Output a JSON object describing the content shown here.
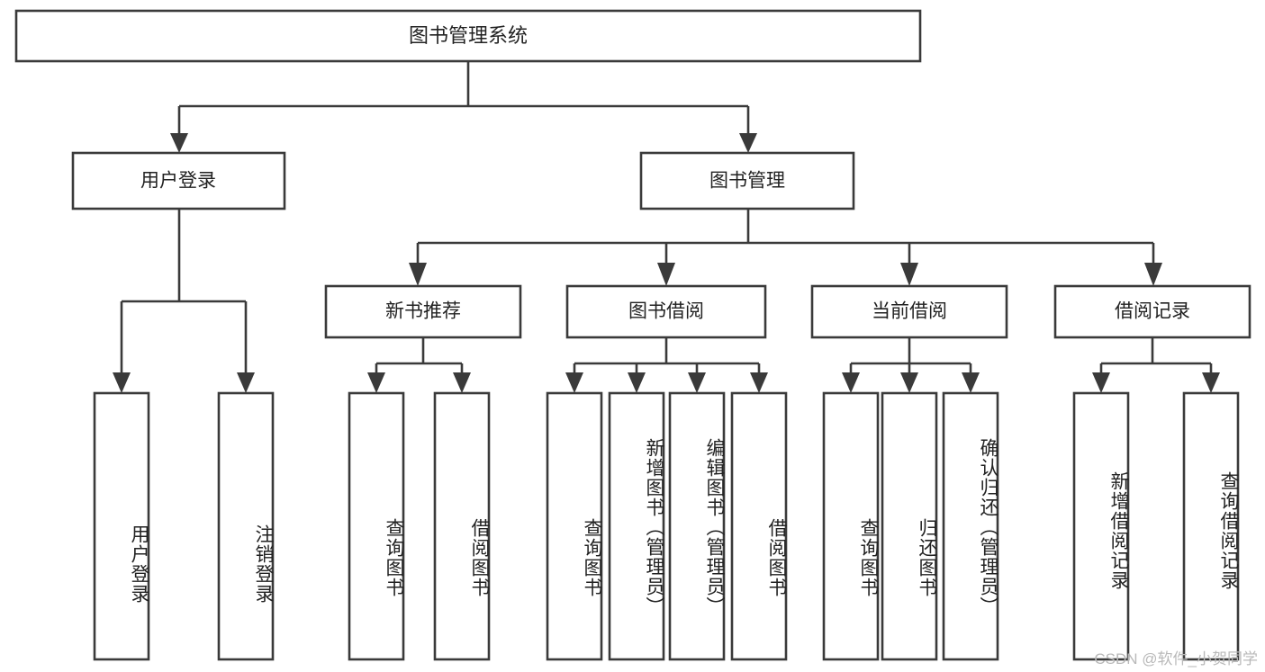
{
  "diagram": {
    "type": "tree-hierarchy",
    "title": "图书管理系统",
    "root": {
      "label": "图书管理系统"
    },
    "level2": [
      {
        "label": "用户登录"
      },
      {
        "label": "图书管理"
      }
    ],
    "level3": [
      {
        "label": "新书推荐"
      },
      {
        "label": "图书借阅"
      },
      {
        "label": "当前借阅"
      },
      {
        "label": "借阅记录"
      }
    ],
    "leaves": [
      {
        "label": "用户登录",
        "parent": "用户登录"
      },
      {
        "label": "注销登录",
        "parent": "用户登录"
      },
      {
        "label": "查询图书",
        "parent": "新书推荐"
      },
      {
        "label": "借阅图书",
        "parent": "新书推荐"
      },
      {
        "label": "查询图书",
        "parent": "图书借阅"
      },
      {
        "label": "新增图书（管理员）",
        "parent": "图书借阅"
      },
      {
        "label": "编辑图书（管理员）",
        "parent": "图书借阅"
      },
      {
        "label": "借阅图书",
        "parent": "图书借阅"
      },
      {
        "label": "查询图书",
        "parent": "当前借阅"
      },
      {
        "label": "归还图书",
        "parent": "当前借阅"
      },
      {
        "label": "确认归还（管理员）",
        "parent": "当前借阅"
      },
      {
        "label": "新增借阅记录",
        "parent": "借阅记录"
      },
      {
        "label": "查询借阅记录",
        "parent": "借阅记录"
      }
    ],
    "colors": {
      "stroke": "#3a3a3a",
      "box_fill": "#ffffff",
      "text": "#222222",
      "background": "#ffffff",
      "watermark": "#b9b9b9"
    }
  },
  "watermark": {
    "text": "CSDN @软件_小贺同学"
  }
}
